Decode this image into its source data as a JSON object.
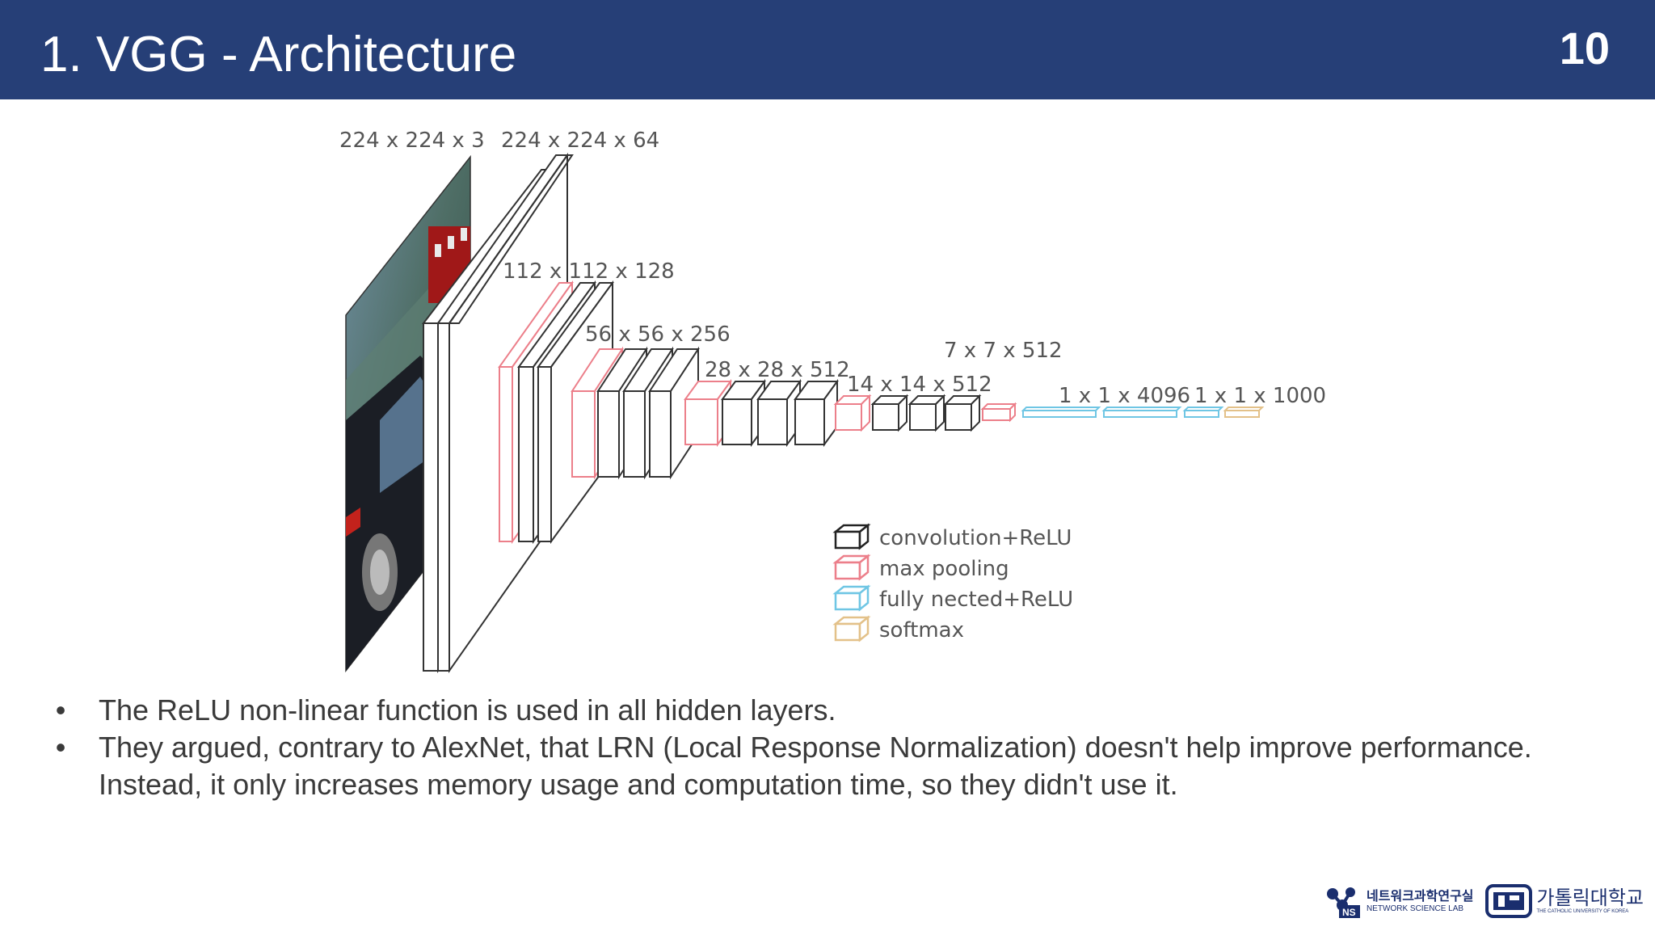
{
  "header": {
    "title": "1. VGG - Architecture",
    "page_number": "10"
  },
  "diagram": {
    "labels": {
      "input": "224 x 224 x 3",
      "block1": "224 x 224 x 64",
      "block2": "112 x 112 x 128",
      "block3": "56 x 56 x 256",
      "block4": "28 x 28 x 512",
      "block5": "14 x 14 x 512",
      "pool5": "7 x 7 x 512",
      "fc": "1 x 1 x 4096",
      "softmax": "1 x 1 x 1000"
    },
    "legend": [
      {
        "label": "convolution+ReLU",
        "color": "#222222"
      },
      {
        "label": "max pooling",
        "color": "#ec7f8a"
      },
      {
        "label": "fully nected+ReLU",
        "color": "#6fc6e4"
      },
      {
        "label": "softmax",
        "color": "#e3c189"
      }
    ],
    "colors": {
      "conv": "#333333",
      "pool": "#ec7f8a",
      "fc": "#6fc6e4",
      "softmax": "#e3c189"
    }
  },
  "bullets": [
    {
      "lines": [
        "The ReLU non-linear function is used in all hidden layers."
      ]
    },
    {
      "lines": [
        "They argued, contrary to AlexNet, that LRN (Local Response Normalization) doesn't help improve performance.",
        "Instead, it only increases memory usage and computation time, so they didn't use it."
      ]
    }
  ],
  "logos": {
    "lab_badge": "NS",
    "lab_name_kr": "네트워크과학연구실",
    "lab_name_en": "NETWORK SCIENCE LAB",
    "university_kr": "가톨릭대학교",
    "university_en": "THE CATHOLIC UNIVERSITY OF KOREA"
  },
  "theme": {
    "header_bg": "#263f77"
  }
}
